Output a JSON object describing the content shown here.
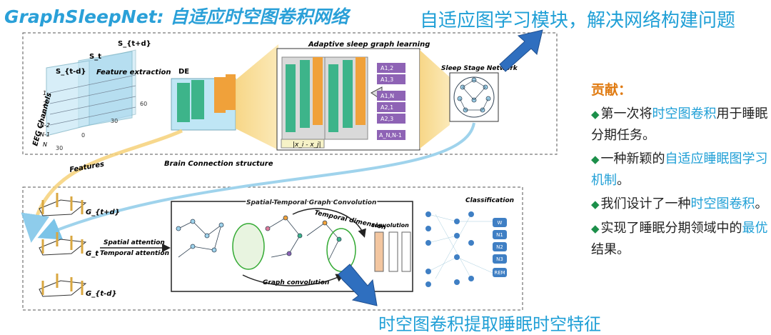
{
  "title": "GraphSleepNet: 自适应时空图卷积网络",
  "callout_top": "自适应图学习模块，解决网络构建问题",
  "callout_bottom": "时空图卷积提取睡眠时空特征",
  "contributions": {
    "heading": "贡献：",
    "items": [
      {
        "pre": "第一次将",
        "hl": "时空图卷积",
        "post": "用于睡眠分期任务。"
      },
      {
        "pre": "一种新颖的",
        "hl": "自适应睡眠图学习机制",
        "post": "。"
      },
      {
        "pre": "我们设计了一种",
        "hl": "时空图卷积",
        "post": "。"
      },
      {
        "pre": "实现了睡眠分期领域中的",
        "hl": "最优",
        "post": "结果。"
      }
    ]
  },
  "diagram": {
    "top": {
      "s_labels": [
        "S_{t-d}",
        "S_t",
        "S_{t+d}"
      ],
      "feature_extraction": "Feature extraction",
      "de": "DE",
      "adaptive_title": "Adaptive sleep graph learning",
      "sleep_stage_network": "Sleep Stage Network",
      "eeg_channels": "EEG Channels",
      "channel_ticks": [
        "1",
        "2",
        "3",
        "N-2",
        "N-1",
        "N"
      ],
      "axis_ticks": [
        "0",
        "30",
        "60",
        "30"
      ],
      "matrix_entries": [
        "A1,2",
        "A1,3",
        "A1,N",
        "A2,1",
        "A2,3",
        "A_N,N-1"
      ],
      "diff_label": "|x_i - x_j|",
      "features_label": "Features",
      "brain_label": "Brain Connection structure"
    },
    "bottom": {
      "g_labels": [
        "G_{t+d}",
        "G_t",
        "G_{t-d}"
      ],
      "spatial_attention": "Spatial attention",
      "temporal_attention": "Temporal attention",
      "stgc_title": "Spatial-Temporal Graph Convolution",
      "temporal_dimension": "Temporal dimension",
      "convolution": "convolution",
      "graph_convolution": "Graph convolution",
      "classification": "Classification",
      "classes": [
        "W",
        "N1",
        "N2",
        "N3",
        "REM"
      ]
    }
  }
}
